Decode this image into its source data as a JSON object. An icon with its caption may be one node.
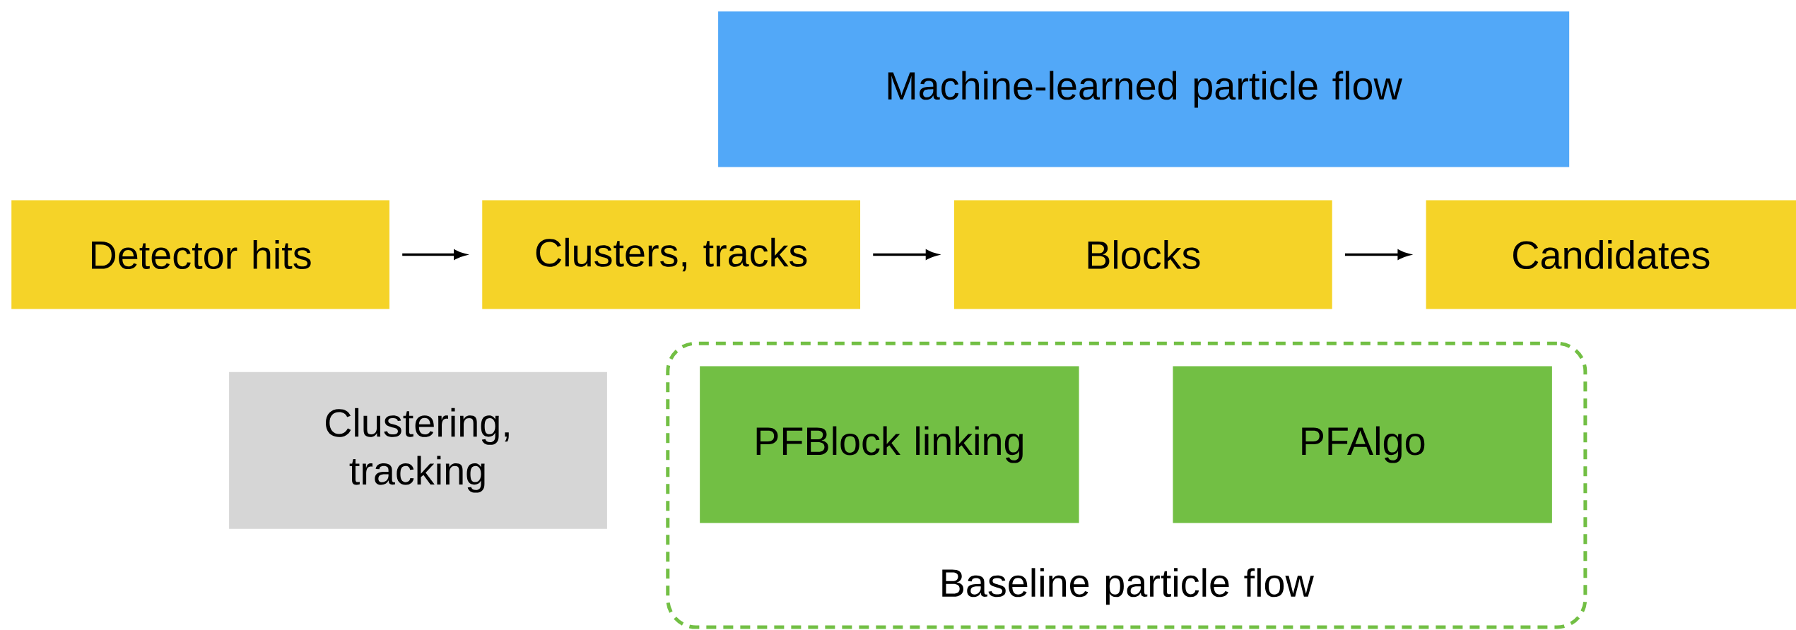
{
  "diagram": {
    "nodes": [
      {
        "text": [
          "Machine-learned particle flow"
        ]
      },
      {
        "text": [
          "Detector hits"
        ]
      },
      {
        "text": [
          "Clusters, tracks"
        ]
      },
      {
        "text": [
          "Blocks"
        ]
      },
      {
        "text": [
          "Candidates"
        ]
      },
      {
        "text": [
          "Clustering, tracking"
        ]
      },
      {
        "text": [
          "Baseline particle flow"
        ]
      },
      {
        "text": [
          "PFBlock linking"
        ],
        "in": 6
      },
      {
        "text": [
          "PFAlgo"
        ],
        "in": 6
      }
    ],
    "edges": [
      {
        "from": 1,
        "to": 2,
        "arrow": "to"
      },
      {
        "from": 2,
        "to": 3,
        "arrow": "to"
      },
      {
        "from": 3,
        "to": 4,
        "arrow": "to"
      }
    ]
  }
}
